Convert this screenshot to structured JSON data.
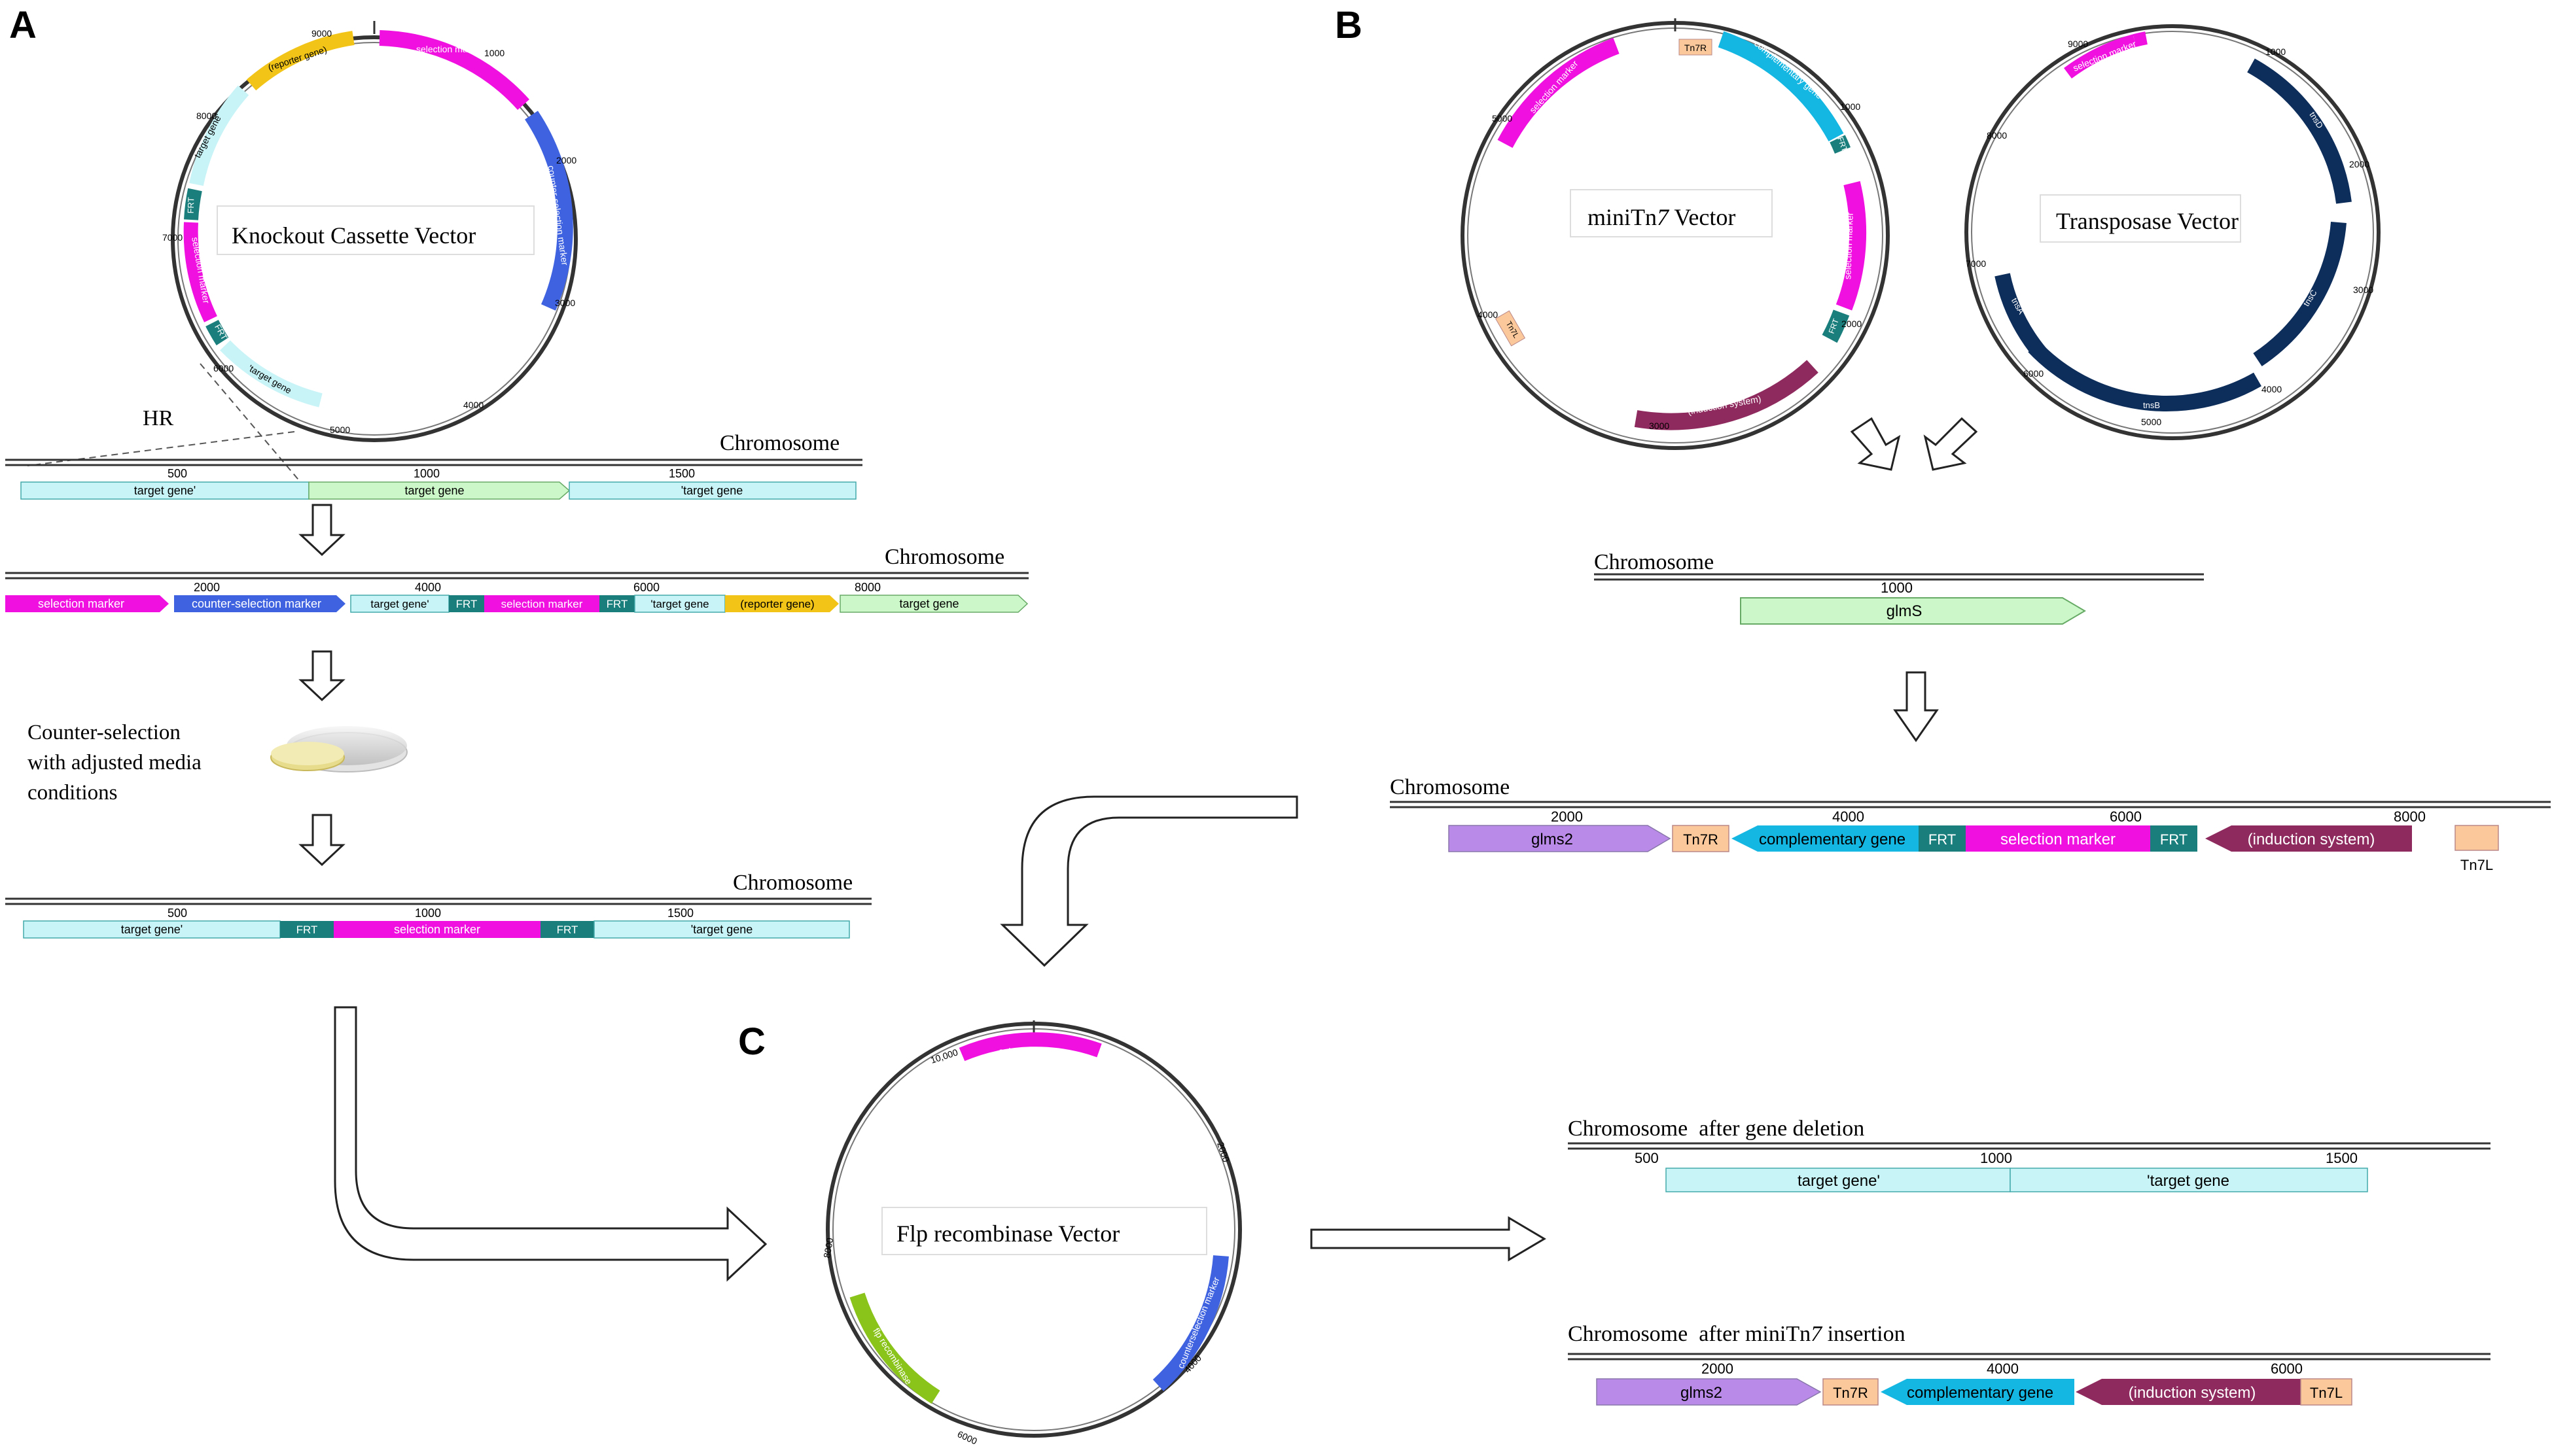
{
  "colors": {
    "magenta": "#f010e0",
    "blue": "#3f63e0",
    "cyan_light": "#c8f4f7",
    "green_light": "#ccf7c8",
    "teal": "#1a7f7c",
    "gold": "#f2c418",
    "purple": "#b98ae8",
    "peach": "#fac89a",
    "sky": "#14b6e2",
    "maroon": "#8e2a5d",
    "navy": "#0d2d5a",
    "lime": "#8ac41a"
  },
  "panels": {
    "a": "A",
    "b": "B",
    "c": "C"
  },
  "chromosome_label": "Chromosome",
  "hr_label": "HR",
  "counter_selection_text": [
    "Counter-selection",
    "with adjusted media",
    "conditions"
  ],
  "vectors": {
    "knockout": {
      "title": "Knockout Cassette Vector",
      "ticks": [
        "9000",
        "1000",
        "2000",
        "3000",
        "4000",
        "5000",
        "6000",
        "7000",
        "8000"
      ],
      "features": [
        "selection marker",
        "counter-selection marker",
        "(reporter gene)",
        "target gene'",
        "FRT",
        "selection marker",
        "FRT",
        "'target gene"
      ]
    },
    "minitn7": {
      "title_prefix": "miniTn",
      "title_italic": "7",
      "title_suffix": " Vector",
      "ticks": [
        "1000",
        "2000",
        "3000",
        "4000",
        "5000"
      ],
      "features": [
        "Tn7R",
        "complementary gene",
        "FRT",
        "selection marker",
        "FRT",
        "(induction system)",
        "Tn7L",
        "selection marker"
      ]
    },
    "transposase": {
      "title": "Transposase Vector",
      "ticks": [
        "9000",
        "1000",
        "2000",
        "3000",
        "4000",
        "5000",
        "6000",
        "7000",
        "8000"
      ],
      "features": [
        "selection marker",
        "tnsD",
        "tnsC",
        "tnsB",
        "tnsA"
      ]
    },
    "flp": {
      "title": "Flp recombinase Vector",
      "ticks": [
        "10,000",
        "2000",
        "4000",
        "6000",
        "8000"
      ],
      "features": [
        "selection marker",
        "counterselection marker",
        "flp recombinase"
      ]
    }
  },
  "tracks": {
    "a1": {
      "ticks": [
        "500",
        "1000",
        "1500"
      ],
      "segments": [
        "target gene'",
        "target gene",
        "'target gene"
      ]
    },
    "a2": {
      "ticks": [
        "2000",
        "4000",
        "6000",
        "8000"
      ],
      "segments": [
        "selection marker",
        "counter-selection marker",
        "target gene'",
        "FRT",
        "selection marker",
        "FRT",
        "'target gene",
        "(reporter gene)",
        "target gene"
      ]
    },
    "a3": {
      "ticks": [
        "500",
        "1000",
        "1500"
      ],
      "segments": [
        "target gene'",
        "FRT",
        "selection marker",
        "FRT",
        "'target gene"
      ]
    },
    "b1": {
      "ticks": [
        "1000"
      ],
      "segments": [
        "glmS"
      ]
    },
    "b2": {
      "ticks": [
        "2000",
        "4000",
        "6000",
        "8000"
      ],
      "segments": [
        "glms2",
        "Tn7R",
        "complementary gene",
        "FRT",
        "selection marker",
        "FRT",
        "(induction system)",
        "Tn7L"
      ]
    },
    "c1": {
      "title": "Chromosome  after gene deletion",
      "ticks": [
        "500",
        "1000",
        "1500"
      ],
      "segments": [
        "target gene'",
        "'target gene"
      ]
    },
    "c2": {
      "title_prefix": "Chromosome  after miniTn",
      "title_italic": "7",
      "title_suffix": " insertion",
      "ticks": [
        "2000",
        "4000",
        "6000"
      ],
      "segments": [
        "glms2",
        "Tn7R",
        "complementary gene",
        "(induction system)",
        "Tn7L"
      ]
    }
  }
}
